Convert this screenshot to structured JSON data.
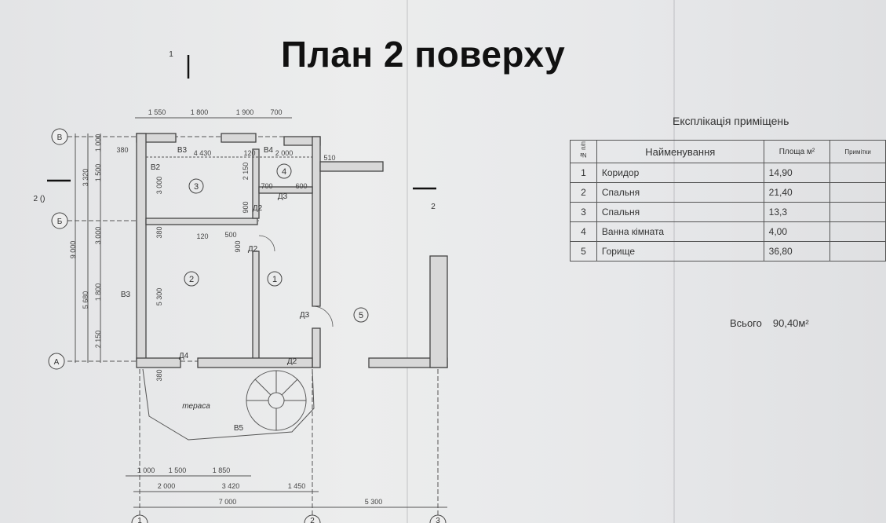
{
  "title": "План 2 поверху",
  "legend": {
    "title": "Експлікація приміщень",
    "headers": {
      "num": "№ п/п",
      "name": "Найменування",
      "area": "Площа м²",
      "note": "Примітки"
    },
    "rows": [
      {
        "num": "1",
        "name": "Коридор",
        "area": "14,90"
      },
      {
        "num": "2",
        "name": "Спальня",
        "area": "21,40"
      },
      {
        "num": "3",
        "name": "Спальня",
        "area": "13,3"
      },
      {
        "num": "4",
        "name": "Ванна кімната",
        "area": "4,00"
      },
      {
        "num": "5",
        "name": "Горище",
        "area": "36,80"
      }
    ],
    "total_label": "Всього",
    "total_value": "90,40м²"
  },
  "plan": {
    "axes": {
      "v": "В",
      "b": "Б",
      "a": "А",
      "c1": "1",
      "c2": "2",
      "c3": "3"
    },
    "section_marks": {
      "top": "1",
      "left": "2 ()",
      "right": "2"
    },
    "top_dims": [
      "1 550",
      "1 800",
      "1 900",
      "700"
    ],
    "left_dims": [
      "1 000",
      "1 500",
      "3 320",
      "3 000",
      "9 000",
      "5 680",
      "1 800",
      "2 150"
    ],
    "bottom_dims_1": [
      "1 000",
      "1 500",
      "1 850"
    ],
    "bottom_dims_2": [
      "2 000",
      "3 420",
      "1 450"
    ],
    "bottom_dims_3": [
      "7 000",
      "5 300"
    ],
    "inner_dims": [
      "380",
      "4 430",
      "120",
      "2 000",
      "510",
      "3 000",
      "2 150",
      "700",
      "600",
      "900",
      "380",
      "120",
      "500",
      "900",
      "5 300",
      "380"
    ],
    "labels": {
      "v3_top": "В3",
      "v4": "В4",
      "v2": "В2",
      "v3_left": "В3",
      "d2a": "Д2",
      "d2b": "Д2",
      "d2c": "Д2",
      "d3a": "Д3",
      "d3b": "Д3",
      "d4": "Д4",
      "v5": "В5",
      "terrace": "тераса"
    },
    "rooms": [
      "1",
      "2",
      "3",
      "4",
      "5"
    ]
  }
}
